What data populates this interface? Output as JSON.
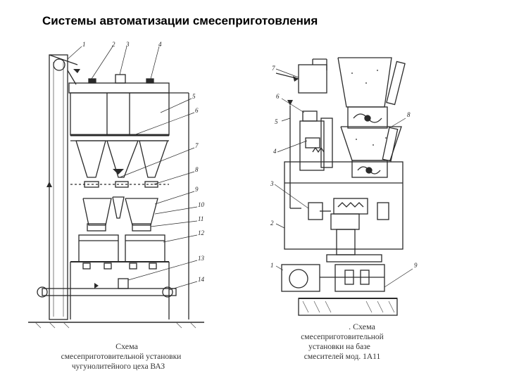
{
  "slide": {
    "title": "Системы автоматизации смесеприготовления"
  },
  "left_figure": {
    "numbers": [
      "1",
      "2",
      "3",
      "4",
      "5",
      "6",
      "7",
      "8",
      "9",
      "10",
      "11",
      "12",
      "13",
      "14"
    ],
    "caption": [
      "Схема",
      "смесеприготовительной установки",
      "чугунолитейного   цеха   ВАЗ"
    ]
  },
  "right_figure": {
    "numbers": [
      "7",
      "6",
      "5",
      "4",
      "3",
      "2",
      "1",
      "8",
      "9"
    ],
    "caption": [
      ". Схема",
      "смесеприготовительной",
      "установки на базе",
      "смесителей мод. 1А11"
    ]
  },
  "colors": {
    "ink": "#2a2a2a",
    "hatch": "#555555"
  }
}
